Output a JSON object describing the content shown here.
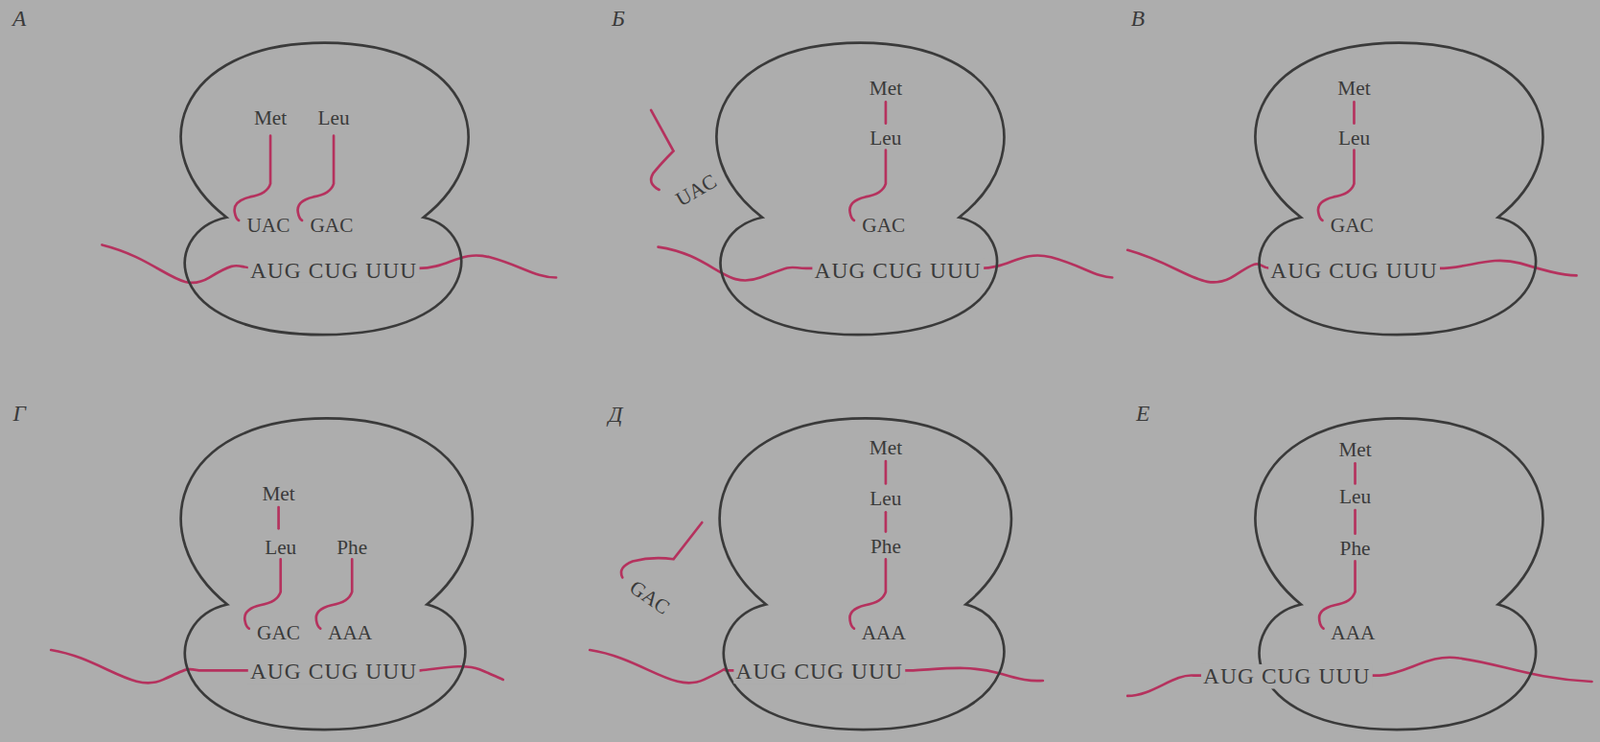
{
  "diagram": {
    "nodes": [
      {
        "text": [
          "Met",
          "Leu",
          "UAC",
          "GAC",
          "AUG CUG UUU"
        ]
      },
      {
        "text": [
          "Met",
          "Leu",
          "GAC",
          "AUG CUG UUU"
        ]
      },
      {
        "text": [
          "Met",
          "Leu",
          "GAC",
          "AUG CUG UUU"
        ]
      },
      {
        "text": [
          "Met",
          "Leu",
          "Phe",
          "GAC",
          "AAA",
          "AUG CUG UUU"
        ]
      },
      {
        "text": [
          "Met",
          "Leu",
          "Phe",
          "AAA",
          "AUG CUG UUU"
        ]
      },
      {
        "text": [
          "Met",
          "Leu",
          "Phe",
          "AAA",
          "AUG CUG UUU"
        ]
      }
    ],
    "labels": [
      "А",
      "Б",
      "В",
      "Г",
      "Д",
      "Е",
      "UAC",
      "GAC"
    ]
  }
}
